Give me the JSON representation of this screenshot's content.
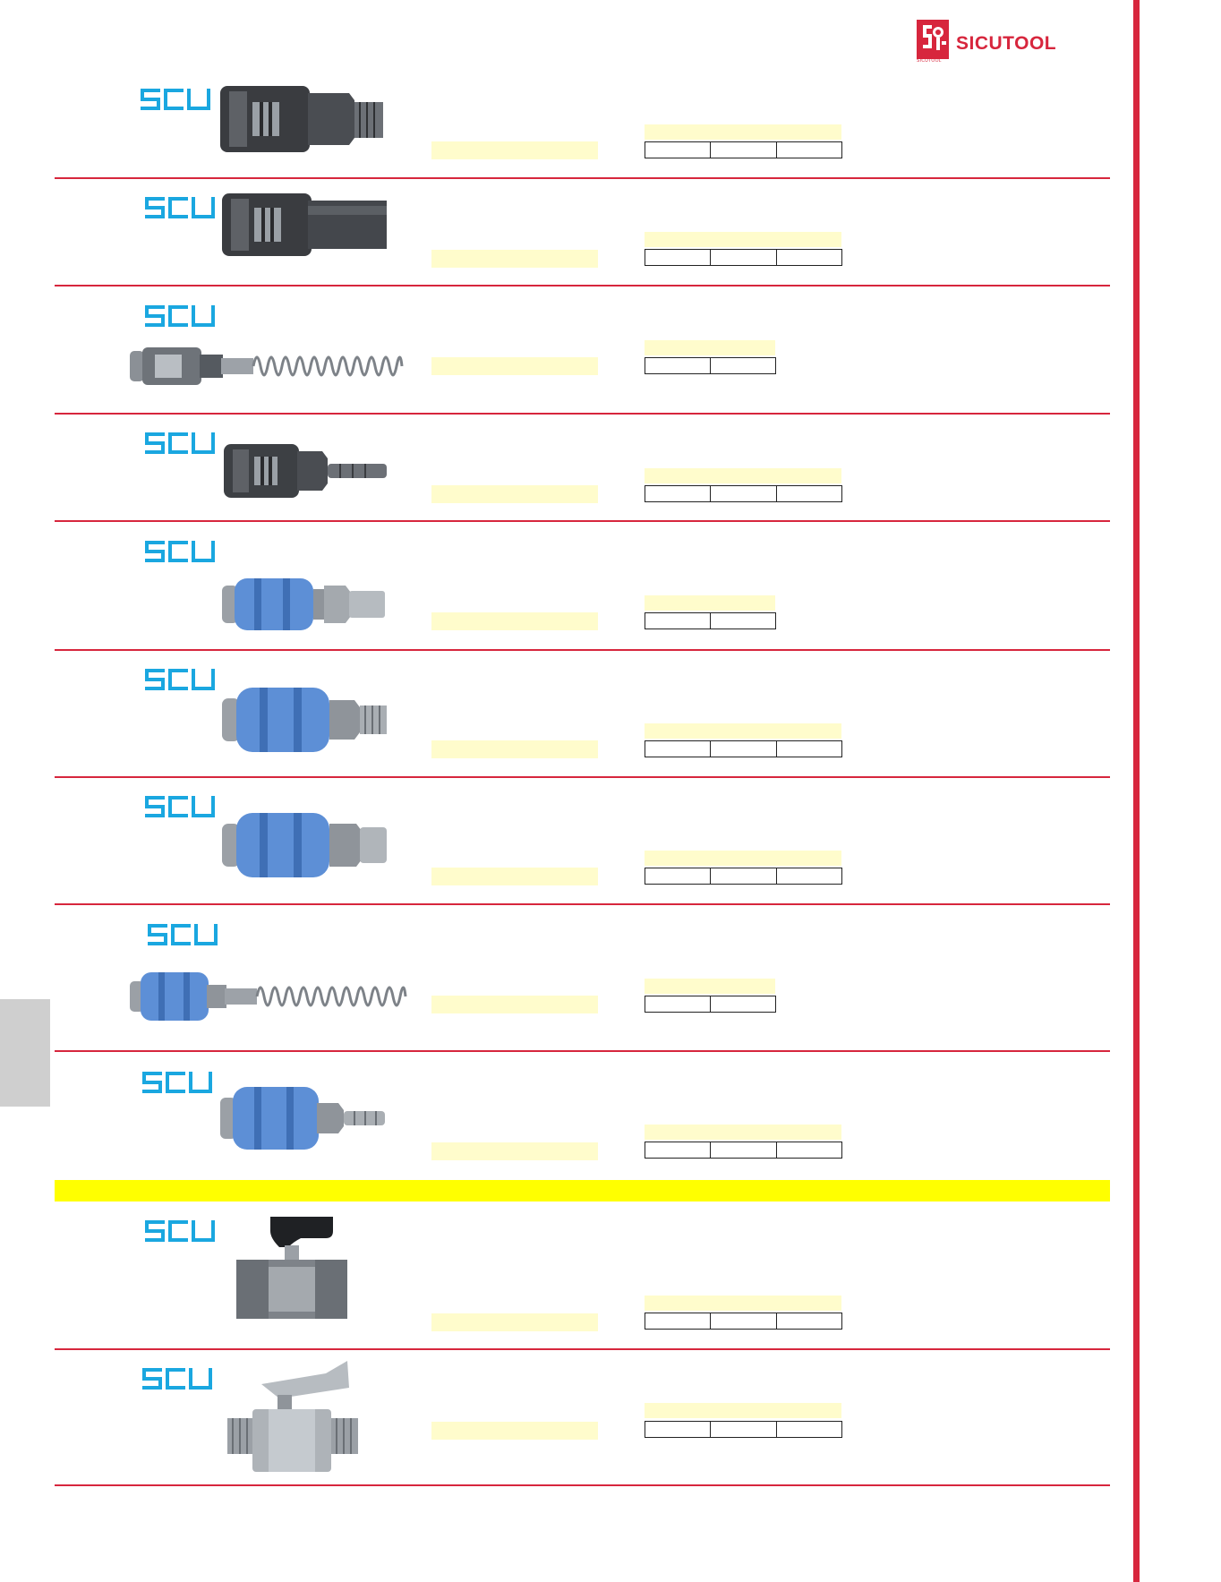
{
  "brand": {
    "name": "SICUTOOL",
    "accent": "#d7263d",
    "scu_color": "#1aa7e0",
    "logo_icon": "sicutool-logo-icon"
  },
  "colors": {
    "highlight_band": "#ffff00",
    "cell_fill": "#fffccc",
    "side_tab": "#cfcfcf"
  },
  "products": [
    {
      "product_image": "coupler-male-thread",
      "scu_logo": "scu-logo",
      "table_columns": 3
    },
    {
      "product_image": "coupler-female-thread",
      "scu_logo": "scu-logo",
      "table_columns": 3
    },
    {
      "product_image": "coupler-spring-hose",
      "scu_logo": "scu-logo",
      "table_columns": 2
    },
    {
      "product_image": "coupler-hose-barb",
      "scu_logo": "scu-logo",
      "table_columns": 3
    },
    {
      "product_image": "blue-coupler-sleeve",
      "scu_logo": "scu-logo",
      "table_columns": 2
    },
    {
      "product_image": "blue-coupler-male-thread",
      "scu_logo": "scu-logo",
      "table_columns": 3
    },
    {
      "product_image": "blue-coupler-female-thread",
      "scu_logo": "scu-logo",
      "table_columns": 3
    },
    {
      "product_image": "blue-coupler-spring-hose",
      "scu_logo": "scu-logo",
      "table_columns": 2
    },
    {
      "product_image": "blue-coupler-hose-barb",
      "scu_logo": "scu-logo",
      "table_columns": 3
    },
    {
      "product_image": "ball-valve-female",
      "scu_logo": "scu-logo",
      "table_columns": 3
    },
    {
      "product_image": "ball-valve-male",
      "scu_logo": "scu-logo",
      "table_columns": 3
    }
  ]
}
